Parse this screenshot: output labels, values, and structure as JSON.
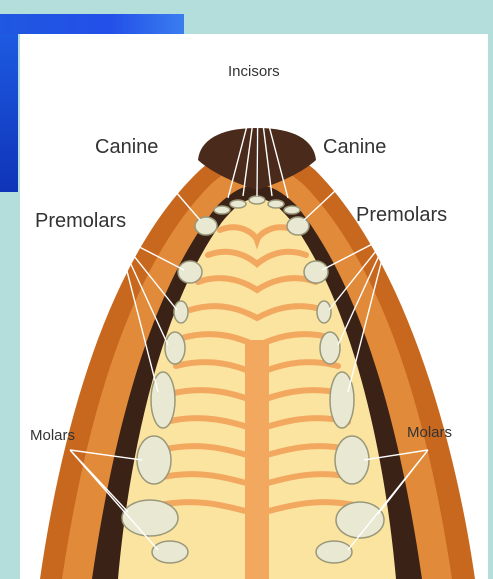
{
  "labels": {
    "incisors": "Incisors",
    "canine_left": "Canine",
    "canine_right": "Canine",
    "premolars_left": "Premolars",
    "premolars_right": "Premolars",
    "molars_left": "Molars",
    "molars_right": "Molars"
  },
  "colors": {
    "frame": "#b4dedc",
    "accent_blue": "#1f57e0",
    "gum_outer": "#c8681f",
    "gum_dark": "#3a2216",
    "palate": "#fbe4a0",
    "palate_ridge": "#f3a860",
    "tooth": "#e9e8d2",
    "leader_line": "#ffffff"
  }
}
